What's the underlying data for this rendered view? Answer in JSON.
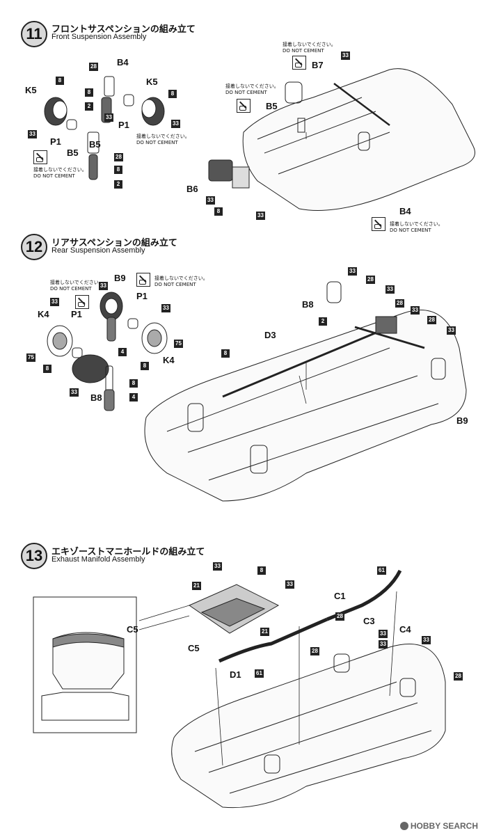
{
  "steps": [
    {
      "number": "11",
      "title_jp": "フロントサスペンションの組み立て",
      "title_en": "Front Suspension Assembly"
    },
    {
      "number": "12",
      "title_jp": "リアサスペンションの組み立て",
      "title_en": "Rear Suspension Assembly"
    },
    {
      "number": "13",
      "title_jp": "エキゾーストマニホールドの組み立て",
      "title_en": "Exhaust Manifold Assembly"
    }
  ],
  "notes": {
    "jp": "接着しないでください。",
    "en": "DO NOT CEMENT"
  },
  "step11": {
    "parts": [
      "B4",
      "K5",
      "K5",
      "P1",
      "B5",
      "P1",
      "B5",
      "B7",
      "B5",
      "B6",
      "B4"
    ],
    "numbers": [
      "28",
      "8",
      "2",
      "8",
      "8",
      "33",
      "33",
      "28",
      "8",
      "2",
      "33",
      "33",
      "8",
      "33",
      "33"
    ]
  },
  "step12": {
    "parts": [
      "B9",
      "P1",
      "K4",
      "P1",
      "K4",
      "B8",
      "B8",
      "D3",
      "B9"
    ],
    "numbers": [
      "33",
      "33",
      "4",
      "75",
      "8",
      "8",
      "33",
      "4",
      "8",
      "33",
      "75",
      "33",
      "28",
      "33",
      "28",
      "33",
      "28",
      "33",
      "2",
      "8"
    ]
  },
  "step13": {
    "parts": [
      "C5",
      "C5",
      "C1",
      "C3",
      "C4",
      "D1"
    ],
    "numbers": [
      "33",
      "8",
      "33",
      "21",
      "21",
      "61",
      "61",
      "33",
      "28",
      "33",
      "33",
      "28",
      "28"
    ]
  },
  "watermark": "HOBBY SEARCH"
}
